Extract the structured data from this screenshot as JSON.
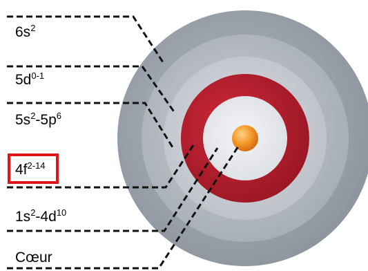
{
  "labels": {
    "shell_6s": {
      "base": "6s",
      "sup": "2"
    },
    "shell_5d": {
      "base": "5d",
      "sup": "0-1"
    },
    "shell_5s5p": {
      "base1": "5s",
      "sup1": "2",
      "sep": "-5p",
      "sup2": "6"
    },
    "shell_4f": {
      "base": "4f",
      "sup": "2-14"
    },
    "shell_1s4d": {
      "base1": "1s",
      "sup1": "2",
      "sep": "-4d",
      "sup2": "10"
    },
    "core": "Cœur"
  },
  "highlighted_label": "4f",
  "colors": {
    "outer_shell": "#9aa1aa",
    "second_shell": "#b3b8c0",
    "third_shell": "#c8ccd2",
    "fourth_shell": "#dadde2",
    "f_shell": "#b01c2b",
    "inner_shell": "#e4e6ea",
    "nucleus": "#f08a1f",
    "highlight": "#e0161e",
    "leader_lines": "#111111"
  },
  "icons": [
    "atom-shell-diagram"
  ]
}
